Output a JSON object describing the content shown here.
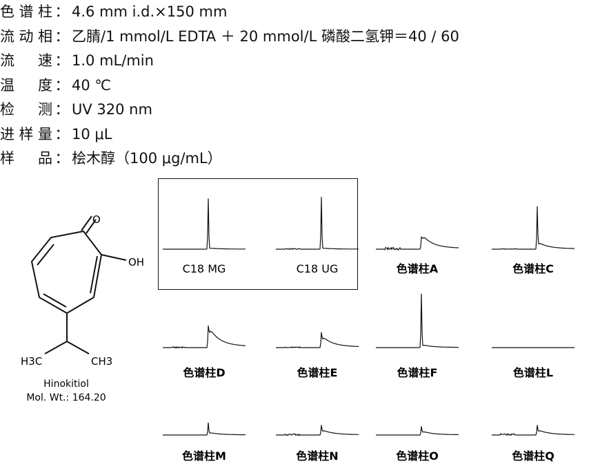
{
  "conditions": [
    {
      "label": "色谱柱",
      "colon": "：",
      "value": "4.6 mm i.d.×150 mm"
    },
    {
      "label": "流动相",
      "colon": "：",
      "value": "乙腈/1 mmol/L EDTA ＋ 20 mmol/L 磷酸二氢钾＝40 / 60"
    },
    {
      "label": "流　速",
      "colon": "：",
      "value": "1.0 mL/min"
    },
    {
      "label": "温　度",
      "colon": "：",
      "value": "40 ℃"
    },
    {
      "label": "检　测",
      "colon": "：",
      "value": "UV 320 nm"
    },
    {
      "label": "进样量",
      "colon": "：",
      "value": "10 μL"
    },
    {
      "label": "样　品",
      "colon": "：",
      "value": "桧木醇（100 μg/mL）"
    }
  ],
  "structure": {
    "carbonyl_o": "O",
    "hydroxyl": "OH",
    "methyl_left": "H3C",
    "methyl_right": "CH3",
    "name": "Hinokitiol",
    "mol_wt": "Mol. Wt.: 164.20"
  },
  "columns": [
    {
      "label": "C18 MG",
      "highlight": true,
      "peak": 0.92,
      "tailing": 0.02,
      "baseline_noise": 0.0
    },
    {
      "label": "C18 UG",
      "highlight": true,
      "peak": 0.95,
      "tailing": 0.02,
      "baseline_noise": 0.05
    },
    {
      "label": "色谱柱A",
      "highlight": false,
      "peak": 0.22,
      "tailing": 0.25,
      "baseline_noise": 0.12
    },
    {
      "label": "色谱柱C",
      "highlight": false,
      "peak": 0.78,
      "tailing": 0.12,
      "baseline_noise": 0.05
    },
    {
      "label": "色谱柱D",
      "highlight": false,
      "peak": 0.4,
      "tailing": 0.35,
      "baseline_noise": 0.06
    },
    {
      "label": "色谱柱E",
      "highlight": false,
      "peak": 0.28,
      "tailing": 0.2,
      "baseline_noise": 0.05
    },
    {
      "label": "色谱柱F",
      "highlight": false,
      "peak": 0.98,
      "tailing": 0.05,
      "baseline_noise": 0.0
    },
    {
      "label": "色谱柱L",
      "highlight": false,
      "peak": 0.0,
      "tailing": 0.0,
      "baseline_noise": 0.0
    },
    {
      "label": "色谱柱M",
      "highlight": false,
      "peak": 0.5,
      "tailing": 0.1,
      "baseline_noise": 0.0
    },
    {
      "label": "色谱柱N",
      "highlight": false,
      "peak": 0.4,
      "tailing": 0.2,
      "baseline_noise": 0.08
    },
    {
      "label": "色谱柱O",
      "highlight": false,
      "peak": 0.35,
      "tailing": 0.15,
      "baseline_noise": 0.0
    },
    {
      "label": "色谱柱Q",
      "highlight": false,
      "peak": 0.4,
      "tailing": 0.2,
      "baseline_noise": 0.1
    }
  ]
}
